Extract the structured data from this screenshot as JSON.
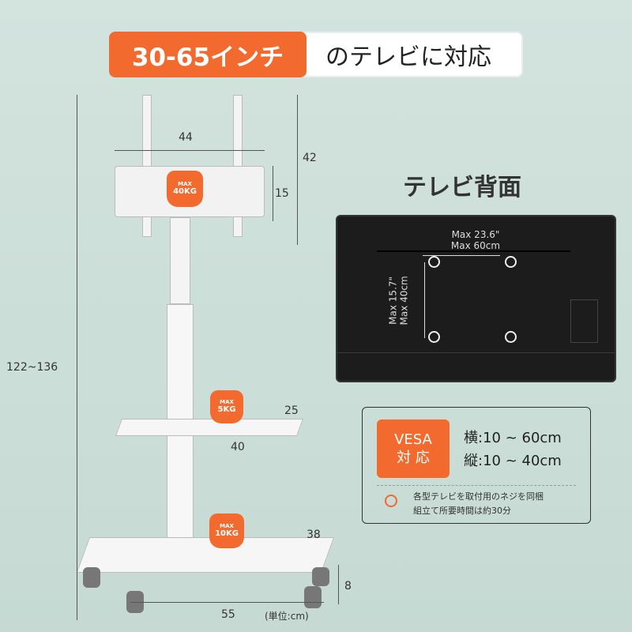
{
  "banner": {
    "size_range": "30-65インチ",
    "suffix": "のテレビに対応"
  },
  "dimensions": {
    "top_width": "44",
    "mount_height": "42",
    "mount_inner": "15",
    "total_height": "122~136",
    "shelf_depth": "25",
    "shelf_width": "40",
    "base_depth": "38",
    "caster_height": "8",
    "base_width": "55",
    "unit": "(単位:cm)"
  },
  "load_badges": [
    {
      "label": "MAX",
      "value": "40KG"
    },
    {
      "label": "MAX",
      "value": "5KG"
    },
    {
      "label": "MAX",
      "value": "10KG"
    }
  ],
  "tv_back": {
    "title": "テレビ背面",
    "horizontal": [
      "Max 23.6\"",
      "Max 60cm"
    ],
    "vertical": [
      "Max 15.7\"",
      "Max 40cm"
    ]
  },
  "vesa": {
    "badge": [
      "VESA",
      "対 応"
    ],
    "horizontal": "横:10 ~ 60cm",
    "vertical": "縦:10 ~ 40cm",
    "notes": [
      "各型テレビを取付用のネジを同梱",
      "組立て所要時間は約30分"
    ]
  },
  "colors": {
    "accent": "#f26a2e",
    "background": "#c9dcd6"
  }
}
